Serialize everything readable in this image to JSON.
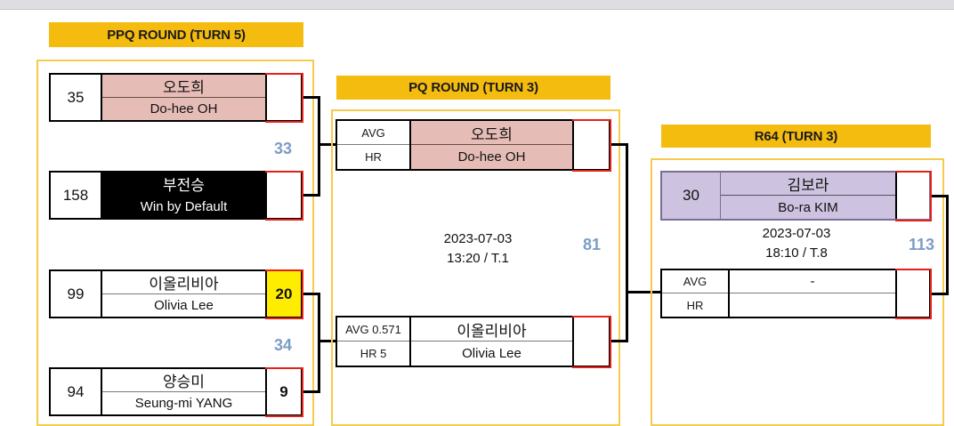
{
  "page": {
    "title": "Tournament Bracket",
    "accent_yellow": "#f5bc10",
    "frame_yellow": "#f6cb4b",
    "highlight_score_bg": "#ffed00",
    "winner_outline": "#e32119",
    "agg_number_color": "#7b9dc4",
    "pink_row_bg": "#e6bdb6",
    "purple_row_bg": "#cdc3e0"
  },
  "rounds": [
    {
      "id": "ppq",
      "header": "PPQ ROUND (TURN 5)",
      "matches": [
        {
          "id": "ppq-m1",
          "agg": "33",
          "top": {
            "seed": "35",
            "name_kr": "오도희",
            "name_en": "Do-hee OH",
            "score": "",
            "style": "pink"
          },
          "bottom": {
            "seed": "158",
            "name_kr": "부전승",
            "name_en": "Win by Default",
            "score": "",
            "style": "black"
          }
        },
        {
          "id": "ppq-m2",
          "agg": "34",
          "top": {
            "seed": "99",
            "name_kr": "이올리비아",
            "name_en": "Olivia Lee",
            "score": "20",
            "style": "plain",
            "score_highlight": true
          },
          "bottom": {
            "seed": "94",
            "name_kr": "양승미",
            "name_en": "Seung-mi YANG",
            "score": "9",
            "style": "plain",
            "score_highlight": false
          }
        }
      ]
    },
    {
      "id": "pq",
      "header": "PQ ROUND (TURN 3)",
      "matches": [
        {
          "id": "pq-m1",
          "agg": "81",
          "date": "2023-07-03",
          "time_table": "13:20 / T.1",
          "top": {
            "stat_avg": "AVG",
            "stat_hr": "HR",
            "name_kr": "오도희",
            "name_en": "Do-hee OH",
            "score": "",
            "style": "pink"
          },
          "bottom": {
            "stat_avg": "AVG 0.571",
            "stat_hr": "HR 5",
            "name_kr": "이올리비아",
            "name_en": "Olivia Lee",
            "score": "",
            "style": "plain"
          }
        }
      ]
    },
    {
      "id": "r64",
      "header": "R64 (TURN 3)",
      "matches": [
        {
          "id": "r64-m1",
          "agg": "113",
          "date": "2023-07-03",
          "time_table": "18:10 / T.8",
          "top": {
            "seed": "30",
            "name_kr": "김보라",
            "name_en": "Bo-ra KIM",
            "score": "",
            "style": "purple"
          },
          "bottom": {
            "stat_avg": "AVG",
            "stat_hr": "HR",
            "name_kr": "-",
            "name_en": "",
            "score": "",
            "style": "plain"
          }
        }
      ]
    }
  ]
}
